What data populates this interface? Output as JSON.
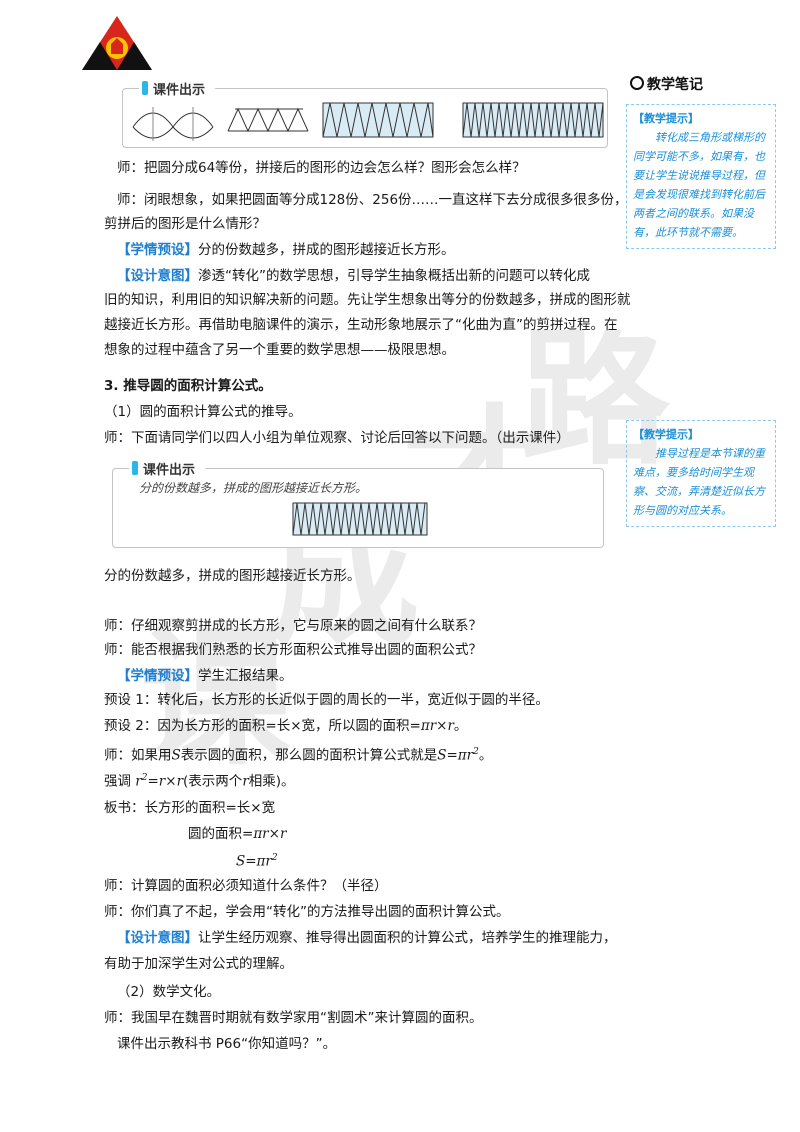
{
  "header": {
    "logo_icon": "red-triangle-crest-logo"
  },
  "watermark": {
    "text": "课 课 成 才 路",
    "chars": [
      "课",
      "成",
      "才",
      "路"
    ]
  },
  "courseware_box_1": {
    "tab": "课件出示",
    "figure_icon": "circle-cut-sectors-strips"
  },
  "lines": [
    "师：把圆分成64等份，拼接后的图形的边会怎么样？图形会怎么样？",
    "师：闭眼想象，如果把圆面等分成128份、256份……一直这样下去分成很多很多份，",
    "剪拼后的图形是什么情形？"
  ],
  "preset_1": {
    "tag": "【学情预设】",
    "text": "分的份数越多，拼成的图形越接近长方形。"
  },
  "intent_1": {
    "tag": "【设计意图】",
    "lines": [
      "渗透“转化”的数学思想，引导学生抽象概括出新的问题可以转化成",
      "旧的知识，利用旧的知识解决新的问题。先让学生想象出等分的份数越多，拼成的图形就",
      "越接近长方形。再借助电脑课件的演示，生动形象地展示了“化曲为直”的剪拼过程。在",
      "想象的过程中蕴含了另一个重要的数学思想——极限思想。"
    ]
  },
  "section_3": {
    "title": "3. 推导圆的面积计算公式。",
    "sub1": "（1）圆的面积计算公式的推导。",
    "teacher_1": "师：下面请同学们以四人小组为单位观察、讨论后回答以下问题。（出示课件）"
  },
  "courseware_box_2": {
    "tab": "课件出示",
    "handwriting": "分的份数越多，拼成的图形越接近长方形。",
    "figure_icon": "rectangle-strips"
  },
  "after_box": "分的份数越多，拼成的图形越接近长方形。",
  "q1": "师：仔细观察剪拼成的长方形，它与原来的圆之间有什么联系？",
  "q2": "师：能否根据我们熟悉的长方形面积公式推导出圆的面积公式？",
  "preset_2": {
    "tag": "【学情预设】",
    "text": "学生汇报结果。"
  },
  "preset_line_1": "预设 1：转化后，长方形的长近似于圆的周长的一半，宽近似于圆的半径。",
  "preset_line_2_pre": "预设 2：因为长方形的面积=长×宽，所以圆的面积=",
  "preset_line_2_formula": "πr×r",
  "preset_line_2_post": "。",
  "teacher_s_pre": "师：如果用",
  "teacher_s_var": "S",
  "teacher_s_mid": "表示圆的面积，那么圆的面积计算公式就是",
  "teacher_s_formula": "S=πr",
  "teacher_s_sup": "2",
  "teacher_s_post": "。",
  "emphasis_pre": "强调",
  "emphasis_formula": "r",
  "emphasis_sup": "2",
  "emphasis_eq": "=r×r",
  "emphasis_post_1": "(表示两个",
  "emphasis_r": "r",
  "emphasis_post_2": "相乘)。",
  "board": {
    "line1": "板书：长方形的面积=长×宽",
    "line2_pre": "圆的面积=",
    "line2_formula": "πr×r",
    "line3_formula": "S=πr",
    "line3_sup": "2"
  },
  "q3": "师：计算圆的面积必须知道什么条件？（半径）",
  "q4": "师：你们真了不起，学会用“转化”的方法推导出圆的面积计算公式。",
  "intent_2": {
    "tag": "【设计意图】",
    "lines": [
      "让学生经历观察、推导得出圆面积的计算公式，培养学生的推理能力，",
      "有助于加深学生对公式的理解。"
    ]
  },
  "sub2": "（2）数学文化。",
  "culture_1": "师：我国早在魏晋时期就有数学家用“割圆术”来计算圆的面积。",
  "culture_2": "课件出示教科书 P66“你知道吗？”。",
  "sidebar": {
    "title": "教学笔记",
    "tips": [
      {
        "head": "【教学提示】",
        "body": "转化成三角形或梯形的同学可能不多，如果有，也要让学生说说推导过程，但是会发现很难找到转化前后两者之间的联系。如果没有，此环节就不需要。"
      },
      {
        "head": "【教学提示】",
        "body": "推导过程是本节课的重难点，要多给时间学生观察、交流，弄清楚近似长方形与圆的对应关系。"
      }
    ]
  },
  "colors": {
    "accent_blue": "#1f7fd0",
    "tip_blue": "#1b8fd6",
    "logo_red": "#d9261c",
    "logo_yellow": "#f6c400"
  }
}
